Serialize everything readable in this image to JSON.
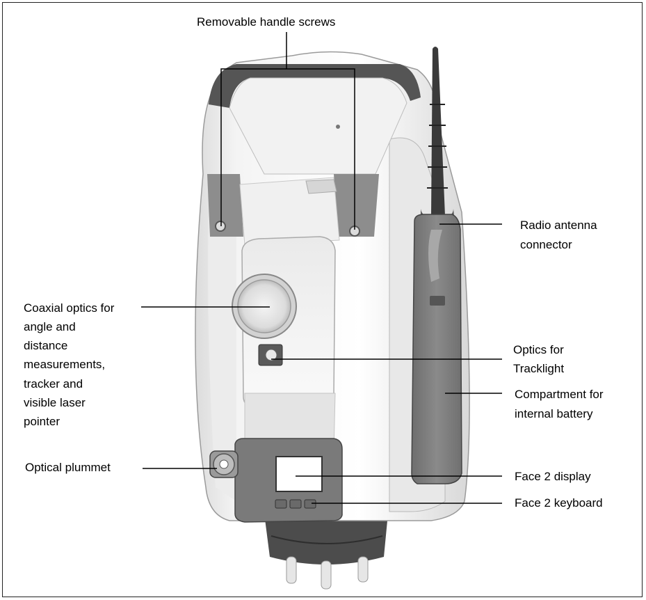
{
  "labels": {
    "handle_screws": "Removable handle screws",
    "radio_antenna_line1": "Radio antenna",
    "radio_antenna_line2": "connector",
    "coaxial_line1": "Coaxial optics for",
    "coaxial_line2": "angle and",
    "coaxial_line3": "distance",
    "coaxial_line4": "measurements,",
    "coaxial_line5": "tracker and",
    "coaxial_line6": "visible laser",
    "coaxial_line7": "pointer",
    "tracklight_line1": "Optics for",
    "tracklight_line2": "Tracklight",
    "battery_line1": "Compartment for",
    "battery_line2": "internal battery",
    "optical_plummet": "Optical plummet",
    "face2_display": "Face 2 display",
    "face2_keyboard": "Face 2 keyboard"
  }
}
